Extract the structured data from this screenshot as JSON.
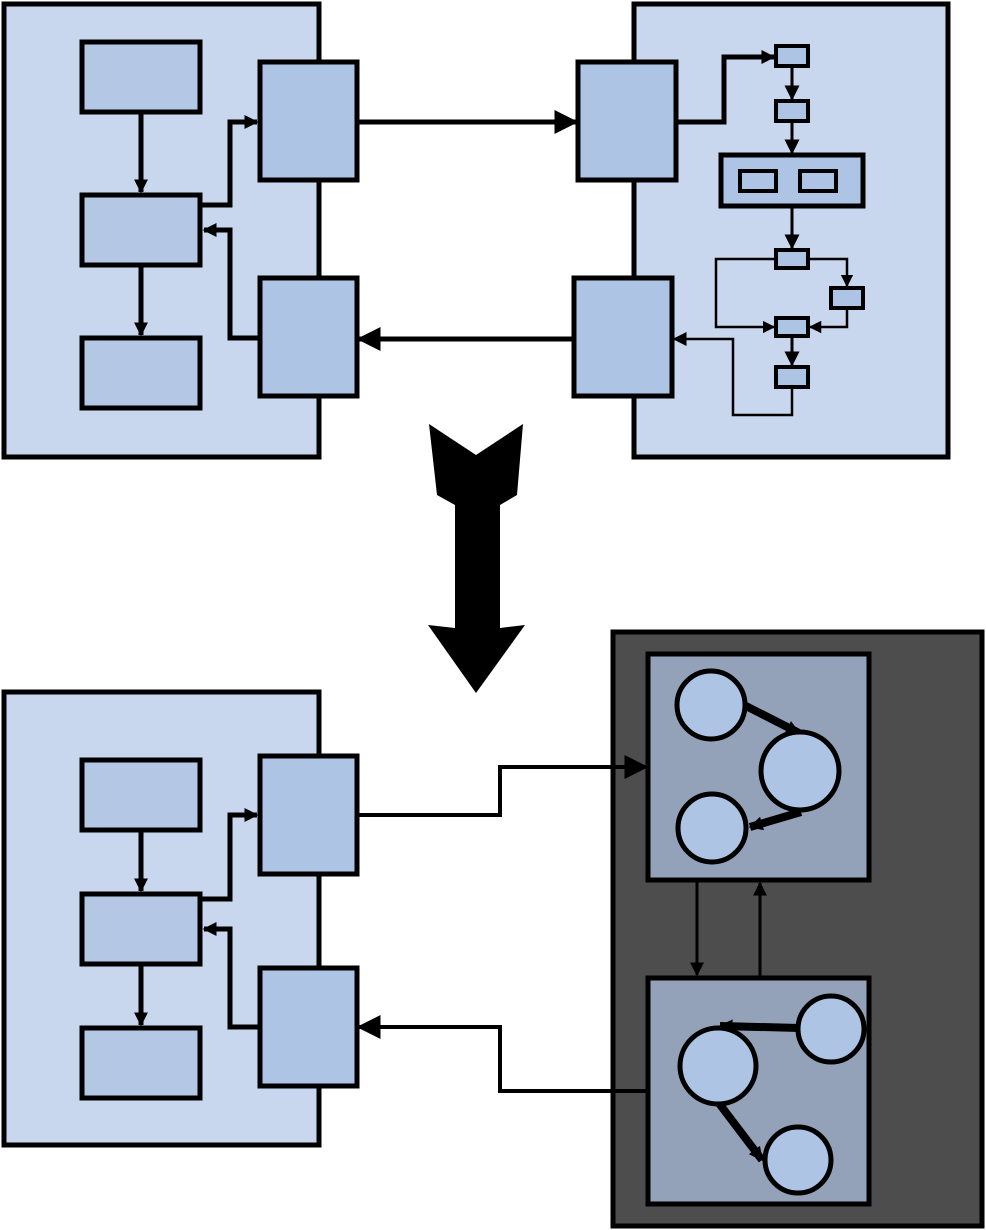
{
  "colors": {
    "panel": "#c8d7ee",
    "box": "#aec4e4",
    "dark_panel": "#4d4d4d",
    "sub_panel": "#93a2b8",
    "node": "#aec4e4",
    "stroke": "#000000",
    "background": "#ffffff"
  },
  "diagram": {
    "upper": {
      "left_module": {
        "boxes": 5,
        "labels": []
      },
      "right_module": {
        "small_boxes": 6,
        "group_box": 1,
        "inner_boxes": 2,
        "labels": []
      }
    },
    "transition": {
      "arrow": "down-arrow-icon"
    },
    "lower": {
      "left_module": {
        "boxes": 5,
        "labels": []
      },
      "dark_module": {
        "sub_panels": 2,
        "nodes_per_panel": 3,
        "labels": []
      }
    }
  }
}
